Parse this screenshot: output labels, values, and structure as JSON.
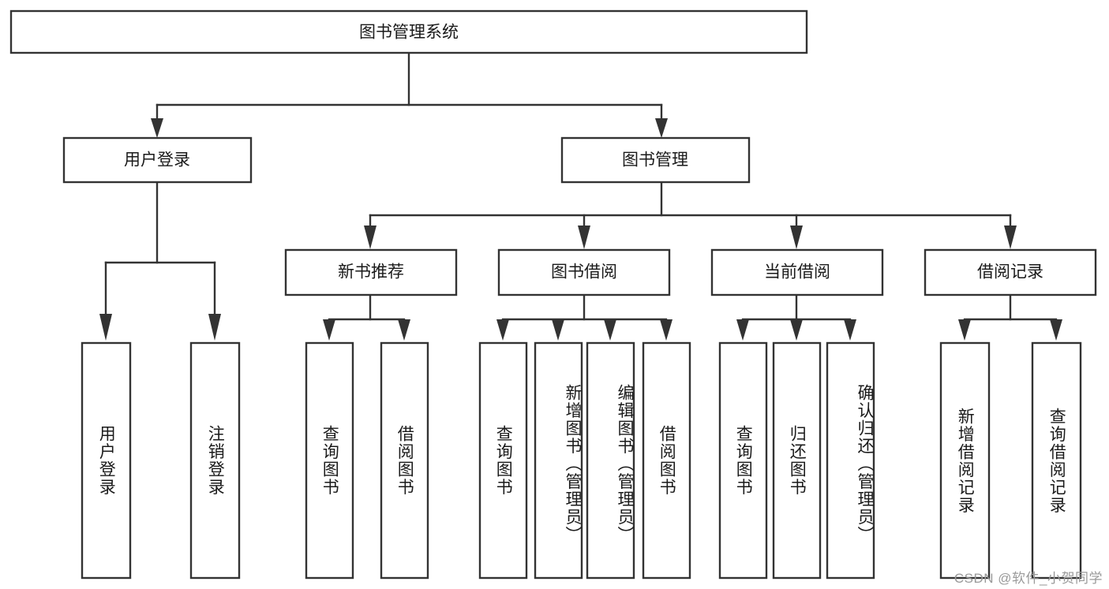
{
  "diagram": {
    "title": "图书管理系统",
    "watermark": "CSDN @软件_小贺同学",
    "root": {
      "label": "图书管理系统"
    },
    "level2": [
      {
        "label": "用户登录"
      },
      {
        "label": "图书管理"
      }
    ],
    "level3": [
      {
        "label": "新书推荐"
      },
      {
        "label": "图书借阅"
      },
      {
        "label": "当前借阅"
      },
      {
        "label": "借阅记录"
      }
    ],
    "leaves": {
      "user_login": [
        {
          "label": "用户登录"
        },
        {
          "label": "注销登录"
        }
      ],
      "new_book": [
        {
          "label": "查询图书"
        },
        {
          "label": "借阅图书"
        }
      ],
      "book_borrow": [
        {
          "label": "查询图书"
        },
        {
          "label": "新增图书（管理员）"
        },
        {
          "label": "编辑图书（管理员）"
        },
        {
          "label": "借阅图书"
        }
      ],
      "current_borrow": [
        {
          "label": "查询图书"
        },
        {
          "label": "归还图书"
        },
        {
          "label": "确认归还（管理员）"
        }
      ],
      "borrow_record": [
        {
          "label": "新增借阅记录"
        },
        {
          "label": "查询借阅记录"
        }
      ]
    },
    "colors": {
      "box_stroke": "#333333",
      "box_fill": "#ffffff",
      "text": "#1a1a1a",
      "watermark": "#9a9a9a",
      "background": "#ffffff"
    }
  },
  "chart_data": {
    "type": "diagram",
    "subtype": "tree-hierarchy",
    "title": "图书管理系统",
    "orientation": "top-down",
    "nodes": [
      {
        "id": "root",
        "label": "图书管理系统",
        "level": 0,
        "parent": null
      },
      {
        "id": "user_login",
        "label": "用户登录",
        "level": 1,
        "parent": "root"
      },
      {
        "id": "book_mgmt",
        "label": "图书管理",
        "level": 1,
        "parent": "root"
      },
      {
        "id": "new_book",
        "label": "新书推荐",
        "level": 2,
        "parent": "book_mgmt"
      },
      {
        "id": "book_borrow",
        "label": "图书借阅",
        "level": 2,
        "parent": "book_mgmt"
      },
      {
        "id": "current_borrow",
        "label": "当前借阅",
        "level": 2,
        "parent": "book_mgmt"
      },
      {
        "id": "borrow_record",
        "label": "借阅记录",
        "level": 2,
        "parent": "book_mgmt"
      },
      {
        "id": "ul_1",
        "label": "用户登录",
        "level": 2,
        "parent": "user_login"
      },
      {
        "id": "ul_2",
        "label": "注销登录",
        "level": 2,
        "parent": "user_login"
      },
      {
        "id": "nb_1",
        "label": "查询图书",
        "level": 3,
        "parent": "new_book"
      },
      {
        "id": "nb_2",
        "label": "借阅图书",
        "level": 3,
        "parent": "new_book"
      },
      {
        "id": "bb_1",
        "label": "查询图书",
        "level": 3,
        "parent": "book_borrow"
      },
      {
        "id": "bb_2",
        "label": "新增图书（管理员）",
        "level": 3,
        "parent": "book_borrow"
      },
      {
        "id": "bb_3",
        "label": "编辑图书（管理员）",
        "level": 3,
        "parent": "book_borrow"
      },
      {
        "id": "bb_4",
        "label": "借阅图书",
        "level": 3,
        "parent": "book_borrow"
      },
      {
        "id": "cb_1",
        "label": "查询图书",
        "level": 3,
        "parent": "current_borrow"
      },
      {
        "id": "cb_2",
        "label": "归还图书",
        "level": 3,
        "parent": "current_borrow"
      },
      {
        "id": "cb_3",
        "label": "确认归还（管理员）",
        "level": 3,
        "parent": "current_borrow"
      },
      {
        "id": "br_1",
        "label": "新增借阅记录",
        "level": 3,
        "parent": "borrow_record"
      },
      {
        "id": "br_2",
        "label": "查询借阅记录",
        "level": 3,
        "parent": "borrow_record"
      }
    ],
    "edge_style": "orthogonal-arrow"
  }
}
